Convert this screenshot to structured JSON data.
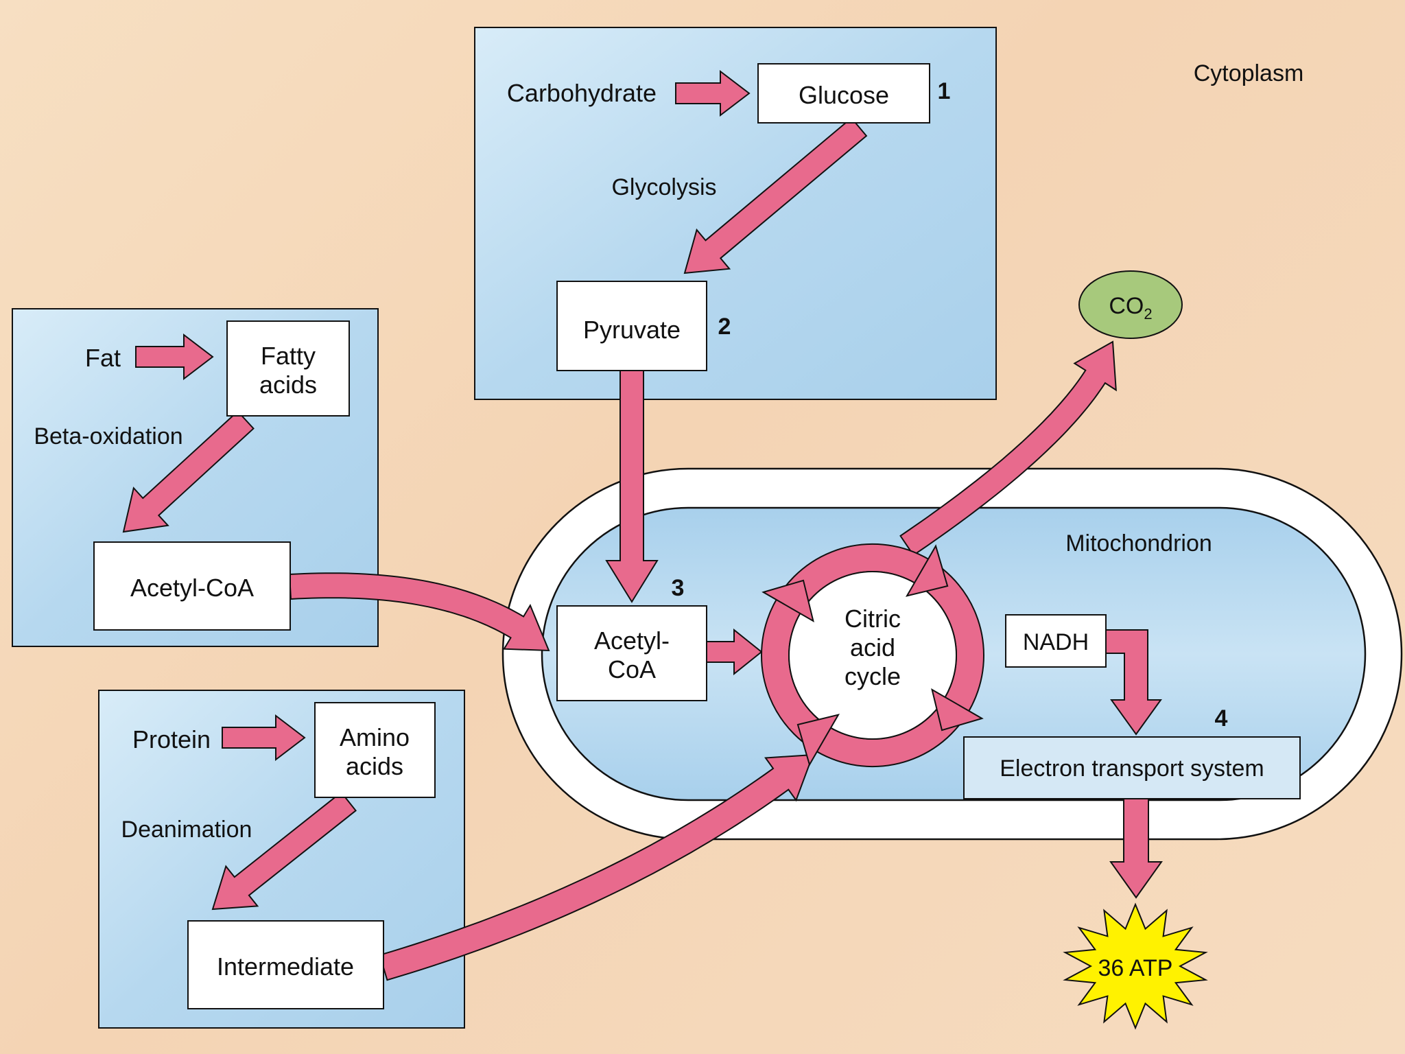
{
  "colors": {
    "arrow_fill": "#e86a8d",
    "arrow_stroke": "#111111",
    "panel_fill": "#b9daf0",
    "mito_fill": "#b8d9ef",
    "mito_membrane": "#ffffff",
    "co2_fill": "#a7c97c",
    "atp_fill": "#fff200"
  },
  "regions": {
    "cytoplasm": "Cytoplasm",
    "mitochondrion": "Mitochondrion"
  },
  "carbohydrate": {
    "source": "Carbohydrate",
    "glucose": "Glucose",
    "step": "1",
    "process": "Glycolysis",
    "pyruvate": "Pyruvate",
    "pyruvate_step": "2"
  },
  "fat": {
    "source": "Fat",
    "product_line1": "Fatty",
    "product_line2": "acids",
    "process": "Beta-oxidation",
    "result": "Acetyl-CoA"
  },
  "protein": {
    "source": "Protein",
    "product_line1": "Amino",
    "product_line2": "acids",
    "process": "Deanimation",
    "result": "Intermediate"
  },
  "mito": {
    "acetyl_line1": "Acetyl-",
    "acetyl_line2": "CoA",
    "acetyl_step": "3",
    "cycle_line1": "Citric",
    "cycle_line2": "acid",
    "cycle_line3": "cycle",
    "nadh": "NADH",
    "ets": "Electron transport system",
    "ets_step": "4"
  },
  "outputs": {
    "co2_main": "CO",
    "co2_sub": "2",
    "atp": "36 ATP"
  }
}
